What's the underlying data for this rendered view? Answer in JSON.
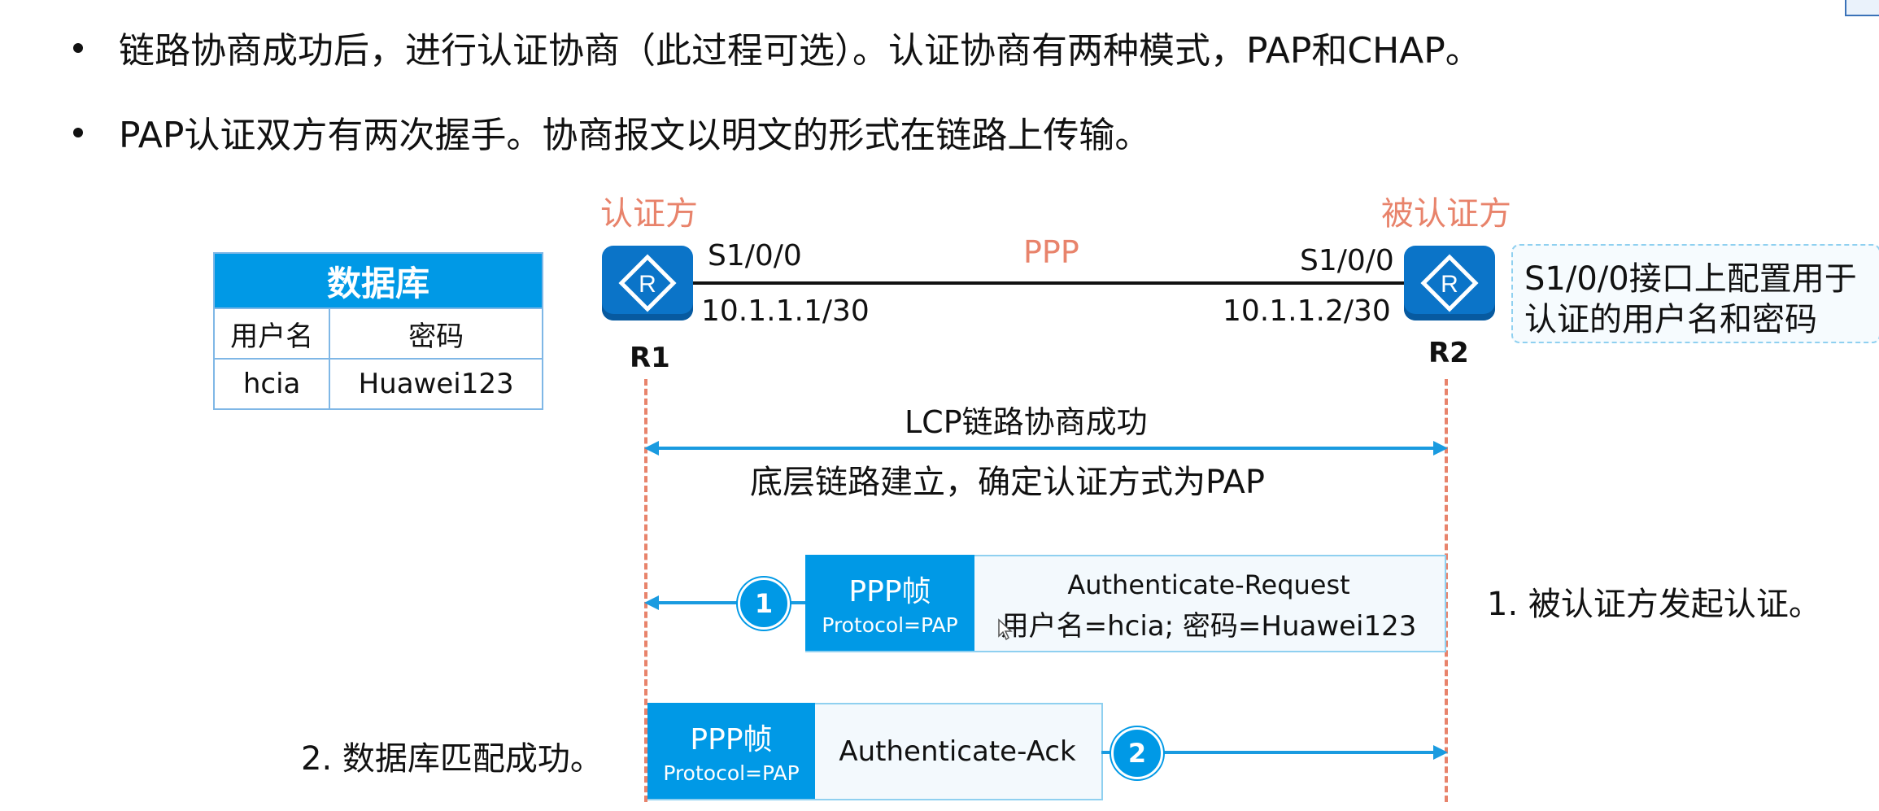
{
  "bullets": [
    "链路协商成功后，进行认证协商（此过程可选）。认证协商有两种模式，PAP和CHAP。",
    "PAP认证双方有两次握手。协商报文以明文的形式在链路上传输。"
  ],
  "roles": {
    "left": "认证方",
    "right": "被认证方"
  },
  "link_label": "PPP",
  "r1": {
    "name": "R1",
    "interface": "S1/0/0",
    "ip": "10.1.1.1/30"
  },
  "r2": {
    "name": "R2",
    "interface": "S1/0/0",
    "ip": "10.1.1.2/30"
  },
  "note": {
    "line1": "S1/0/0接口上配置用于",
    "line2": "认证的用户名和密码"
  },
  "database": {
    "title": "数据库",
    "headers": [
      "用户名",
      "密码"
    ],
    "rows": [
      [
        "hcia",
        "Huawei123"
      ]
    ]
  },
  "lcp": {
    "top": "LCP链路协商成功",
    "bottom": "底层链路建立，确定认证方式为PAP"
  },
  "msg1": {
    "badge": "1",
    "head_title": "PPP帧",
    "head_sub": "Protocol=PAP",
    "line1": "Authenticate-Request",
    "line2": "用户名=hcia; 密码=Huawei123",
    "step": "1. 被认证方发起认证。"
  },
  "msg2": {
    "badge": "2",
    "head_title": "PPP帧",
    "head_sub": "Protocol=PAP",
    "body": "Authenticate-Ack",
    "step": "2. 数据库匹配成功。"
  },
  "colors": {
    "accent": "#0099e6",
    "router": "#0b74c8",
    "role": "#e8836b",
    "lifeline": "#e8836b"
  },
  "icons": [
    "router-icon",
    "cursor-icon"
  ]
}
